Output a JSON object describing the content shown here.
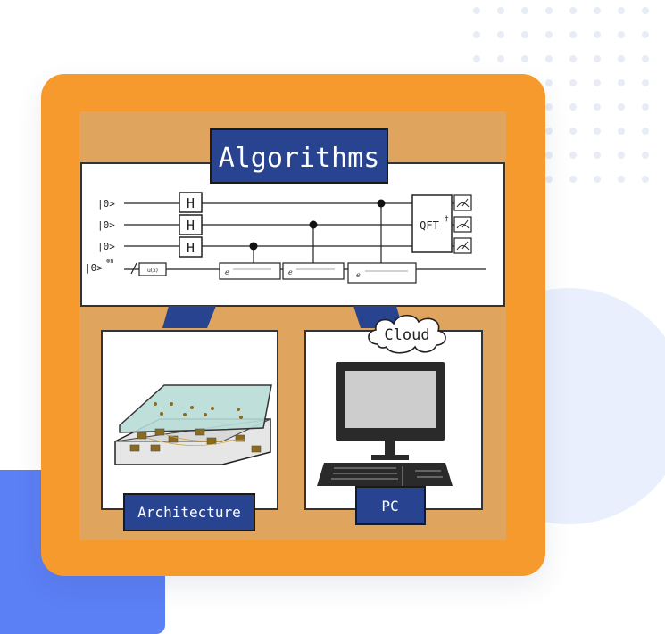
{
  "figure": {
    "title": "Algorithms",
    "circuit": {
      "inputs": [
        "|0>",
        "|0>",
        "|0>",
        "|0>"
      ],
      "ancilla_power": "⊗n",
      "gates": [
        "H",
        "H",
        "H"
      ],
      "qft_label": "QFT",
      "qft_superscript": "†",
      "exp_gate_label": "e",
      "small_gate_label": "u(x)"
    },
    "cloud_label": "Cloud",
    "architecture_label": "Architecture",
    "pc_label": "PC"
  },
  "colors": {
    "orange": "#f69a2e",
    "tan": "#dfa45d",
    "navy": "#28438f",
    "blue_square": "#5b7ff5",
    "light_circle": "#e9effc",
    "dots": "#e8ecf6"
  },
  "icons": [
    "cloud-icon",
    "desktop-computer-icon",
    "chip-device-icon",
    "meter-icon"
  ]
}
